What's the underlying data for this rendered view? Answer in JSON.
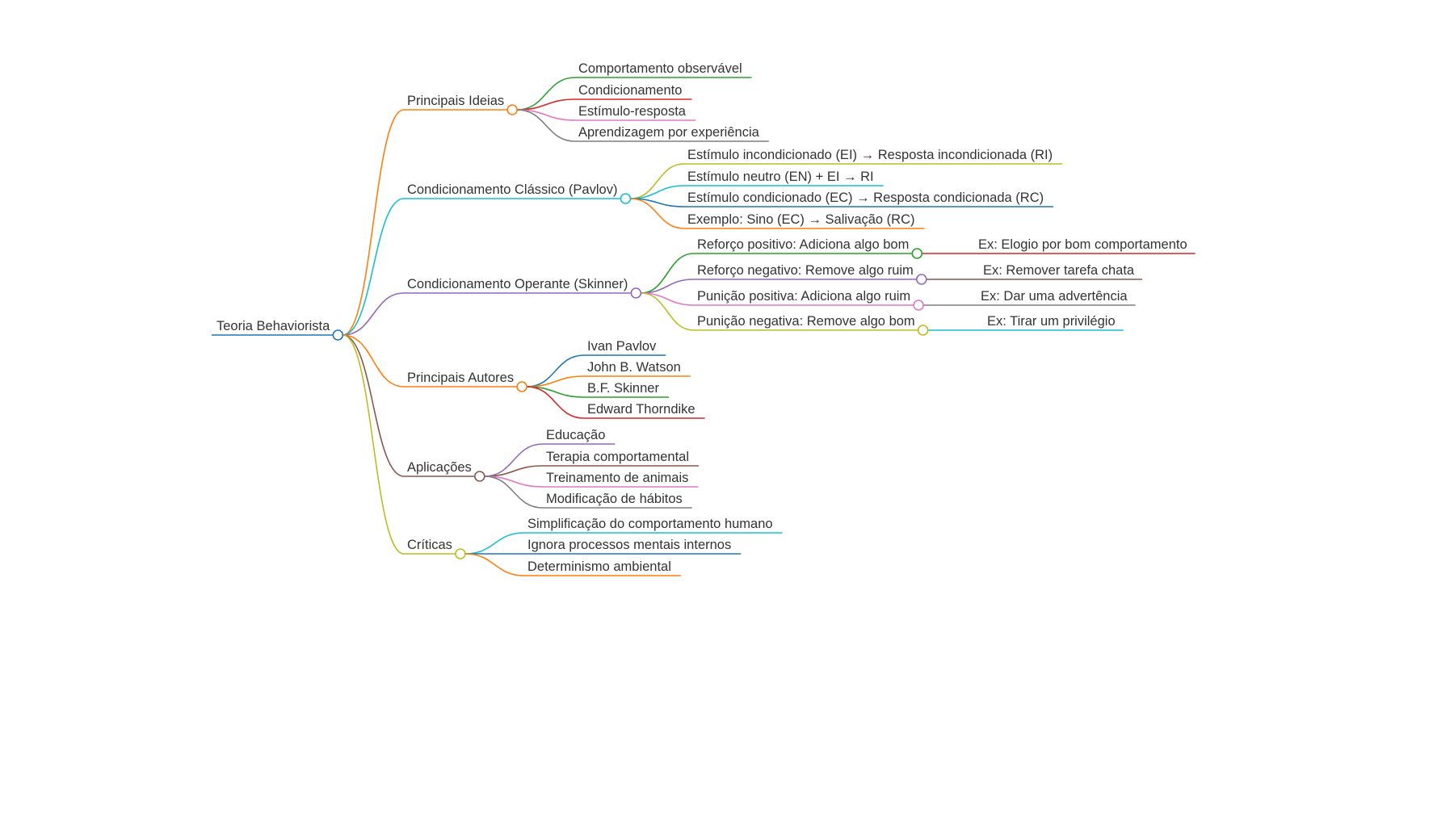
{
  "root": {
    "label": "Teoria Behaviorista",
    "color": "#1f77b4",
    "children": [
      {
        "label": "Principais Ideias",
        "color": "#ff7f0e",
        "children": [
          {
            "label": "Comportamento observável",
            "color": "#2ca02c"
          },
          {
            "label": "Condicionamento",
            "color": "#d62728"
          },
          {
            "label": "Estímulo-resposta",
            "color": "#e377c2"
          },
          {
            "label": "Aprendizagem por experiência",
            "color": "#7f7f7f"
          }
        ]
      },
      {
        "label": "Condicionamento Clássico (Pavlov)",
        "color": "#17becf",
        "children": [
          {
            "label": "Estímulo incondicionado (EI) → Resposta incondicionada (RI)",
            "color": "#bcbd22"
          },
          {
            "label": "Estímulo neutro (EN) + EI → RI",
            "color": "#17becf"
          },
          {
            "label": "Estímulo condicionado (EC) → Resposta condicionada (RC)",
            "color": "#1f77b4"
          },
          {
            "label": "Exemplo: Sino (EC) → Salivação (RC)",
            "color": "#ff7f0e"
          }
        ]
      },
      {
        "label": "Condicionamento Operante (Skinner)",
        "color": "#9467bd",
        "children": [
          {
            "label": "Reforço positivo: Adiciona algo bom",
            "color": "#2ca02c",
            "children": [
              {
                "label": "Ex: Elogio por bom comportamento",
                "color": "#d62728"
              }
            ]
          },
          {
            "label": "Reforço negativo: Remove algo ruim",
            "color": "#9467bd",
            "children": [
              {
                "label": "Ex: Remover tarefa chata",
                "color": "#8c564b"
              }
            ]
          },
          {
            "label": "Punição positiva: Adiciona algo ruim",
            "color": "#e377c2",
            "children": [
              {
                "label": "Ex: Dar uma advertência",
                "color": "#7f7f7f"
              }
            ]
          },
          {
            "label": "Punição negativa: Remove algo bom",
            "color": "#bcbd22",
            "children": [
              {
                "label": "Ex: Tirar um privilégio",
                "color": "#17becf"
              }
            ]
          }
        ]
      },
      {
        "label": "Principais Autores",
        "color": "#ff7f0e",
        "children": [
          {
            "label": "Ivan Pavlov",
            "color": "#1f77b4"
          },
          {
            "label": "John B. Watson",
            "color": "#ff7f0e"
          },
          {
            "label": "B.F. Skinner",
            "color": "#2ca02c"
          },
          {
            "label": "Edward Thorndike",
            "color": "#d62728"
          }
        ]
      },
      {
        "label": "Aplicações",
        "color": "#8c564b",
        "children": [
          {
            "label": "Educação",
            "color": "#9467bd"
          },
          {
            "label": "Terapia comportamental",
            "color": "#8c564b"
          },
          {
            "label": "Treinamento de animais",
            "color": "#e377c2"
          },
          {
            "label": "Modificação de hábitos",
            "color": "#7f7f7f"
          }
        ]
      },
      {
        "label": "Críticas",
        "color": "#bcbd22",
        "children": [
          {
            "label": "Simplificação do comportamento humano",
            "color": "#17becf"
          },
          {
            "label": "Ignora processos mentais internos",
            "color": "#1f77b4"
          },
          {
            "label": "Determinismo ambiental",
            "color": "#ff7f0e"
          }
        ]
      }
    ]
  }
}
